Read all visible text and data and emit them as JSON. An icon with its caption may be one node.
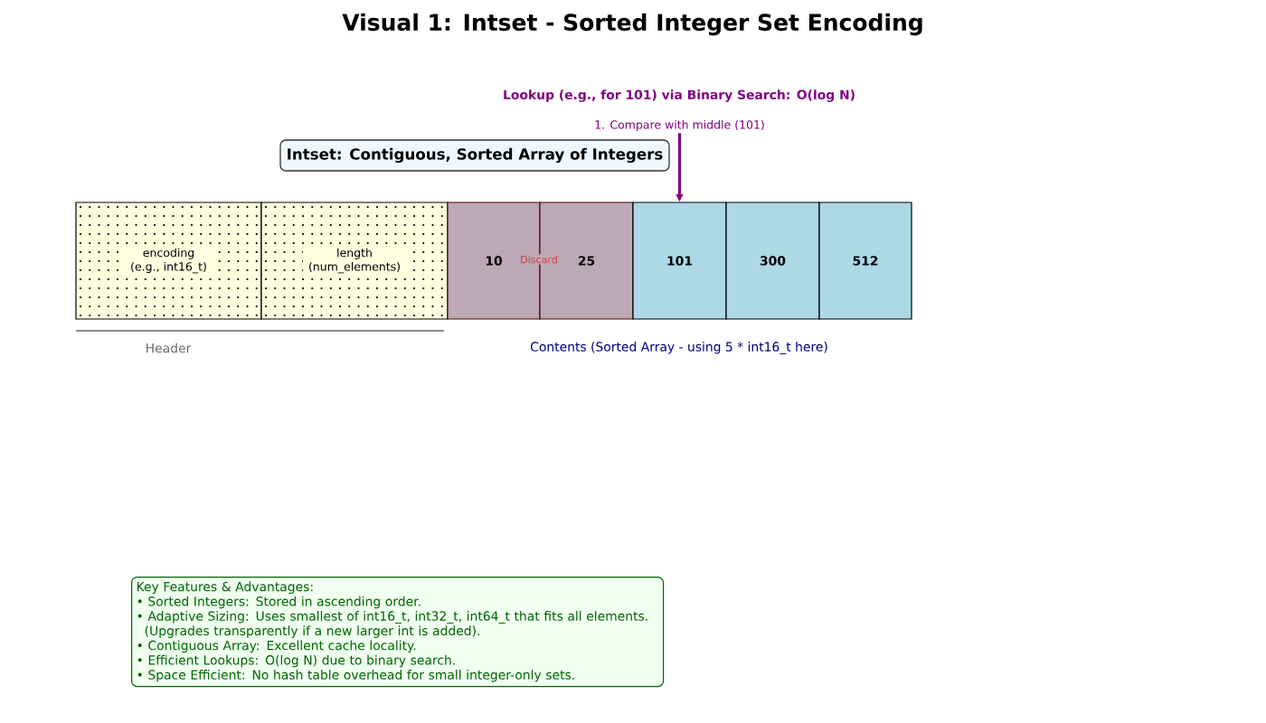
{
  "diagram": {
    "title": "Visual 1: Intset - Sorted Integer Set Encoding",
    "nodes": [
      {
        "text": [
          "1. Compare with middle (101)"
        ]
      },
      {
        "text": [
          "Intset: Contiguous, Sorted Array of Integers"
        ]
      },
      {
        "text": [
          "encoding (e.g., int16_t)"
        ]
      },
      {
        "text": [
          "length (num_elements)"
        ]
      },
      {
        "text": [
          "10"
        ]
      },
      {
        "text": [
          "25"
        ]
      },
      {
        "text": [
          "101"
        ]
      },
      {
        "text": [
          "300"
        ]
      },
      {
        "text": [
          "512"
        ]
      },
      {
        "text": [
          "Key Features & Advantages:",
          "• Sorted Integers: Stored in ascending order.",
          "• Adaptive Sizing: Uses smallest of int16_t, int32_t, int64_t that fits all elements. (Upgrades transparently if a new larger int is added).",
          "• Contiguous Array: Excellent cache locality.",
          "• Efficient Lookups: O(log N) due to binary search.",
          "• Space Efficient: No hash table overhead for small integer-only sets."
        ]
      }
    ],
    "edges": [
      {
        "from": 0,
        "to": 6,
        "arrow": "to",
        "color": "#800080"
      }
    ],
    "labels": [
      "Lookup (e.g., for 101) via Binary Search: O(log N)",
      "Discard",
      "Header",
      "Contents (Sorted Array - using 5 * int16_t here)"
    ]
  }
}
